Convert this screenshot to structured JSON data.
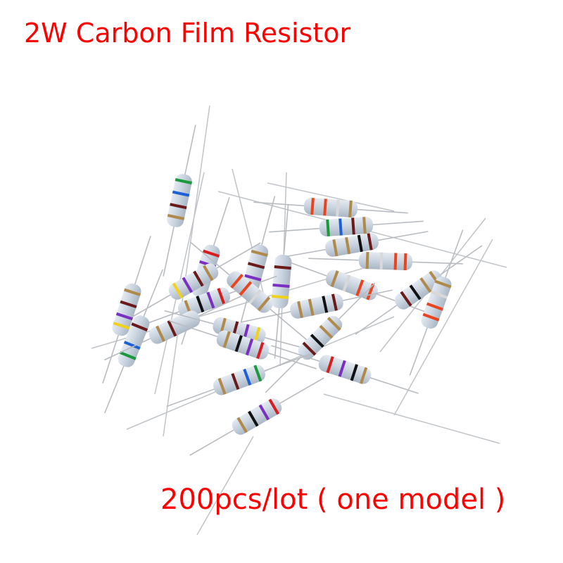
{
  "product": {
    "title": "2W Carbon Film Resistor",
    "caption": "200pcs/lot ( one model )",
    "text_color": "#ff0000"
  },
  "photo": {
    "subject": "pile of 2W carbon film resistors with colored bands",
    "body_color": "#c9d3df",
    "lead_color": "#b8bcc0",
    "band_colors": [
      "#1a9a3a",
      "#1c5fd6",
      "#6b1a1a",
      "#b08a4a",
      "#e8451e",
      "#7a2fc0",
      "#f0d21c",
      "#111111",
      "#d61e1e"
    ]
  }
}
